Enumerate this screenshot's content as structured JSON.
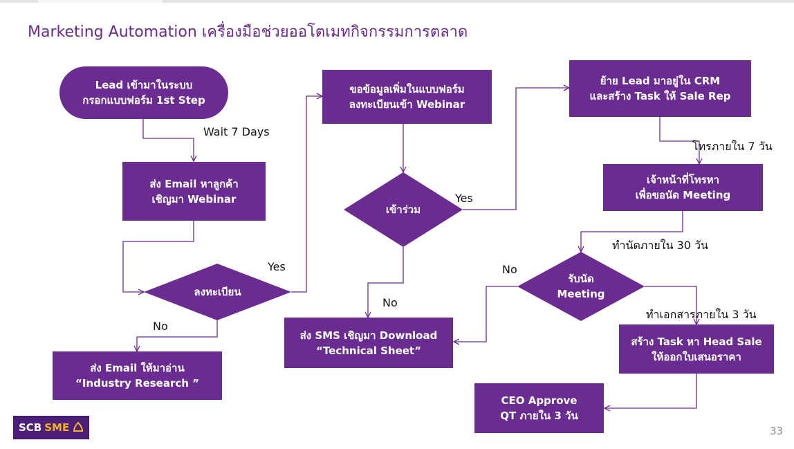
{
  "title": "Marketing Automation เครื่องมือช่วยออโตเมทกิจกรรมการตลาด",
  "colors": {
    "box": "#6a2c91",
    "connector": "#6a2c91",
    "title": "#6a2c91",
    "logo_bg": "#4d1f7a",
    "logo_accent": "#f2b320"
  },
  "nodes": {
    "lead_in": {
      "line1": "Lead เข้ามาในระบบ",
      "line2": "กรอกแบบฟอร์ม 1st Step"
    },
    "send_email": {
      "line1": "ส่ง  Email หาลูกค้า",
      "line2": "เชิญมา Webinar"
    },
    "register": {
      "line1": "ลงทะเบียน"
    },
    "email_research": {
      "line1": "ส่ง Email  ให้มาอ่าน",
      "line2": "“Industry Research ”"
    },
    "more_info": {
      "line1": "ขอข้อมูลเพิ่มในแบบฟอร์ม",
      "line2": "ลงทะเบียนเข้า Webinar"
    },
    "attend": {
      "line1": "เข้าร่วม"
    },
    "sms": {
      "line1": "ส่ง SMS เชิญมา Download",
      "line2": "“Technical Sheet”"
    },
    "move_crm": {
      "line1": "ย้าย Lead มาอยู่ใน CRM",
      "line2": "และสร้าง Task ให้ Sale Rep"
    },
    "staff_call": {
      "line1": "เจ้าหน้าที่โทรหา",
      "line2": "เพื่อขอนัด Meeting"
    },
    "accept_meeting": {
      "line1": "รับนัด",
      "line2": "Meeting"
    },
    "create_task": {
      "line1": "สร้าง Task หา Head Sale",
      "line2": "ให้ออกใบเสนอราคา"
    },
    "ceo_approve": {
      "line1": "CEO Approve",
      "line2": "QT ภายใน 3 วัน"
    }
  },
  "edge_labels": {
    "wait": "Wait 7 Days",
    "register_yes": "Yes",
    "register_no": "No",
    "attend_yes": "Yes",
    "attend_no": "No",
    "call_within": "โทรภายใน  7 วัน",
    "meet_within": "ทำนัดภายใน  30 วัน",
    "meeting_no": "No",
    "doc_within": "ทำเอกสารภายใน  3 วัน"
  },
  "logo": {
    "scb": "SCB",
    "sme": "SME"
  },
  "page_number": "33"
}
